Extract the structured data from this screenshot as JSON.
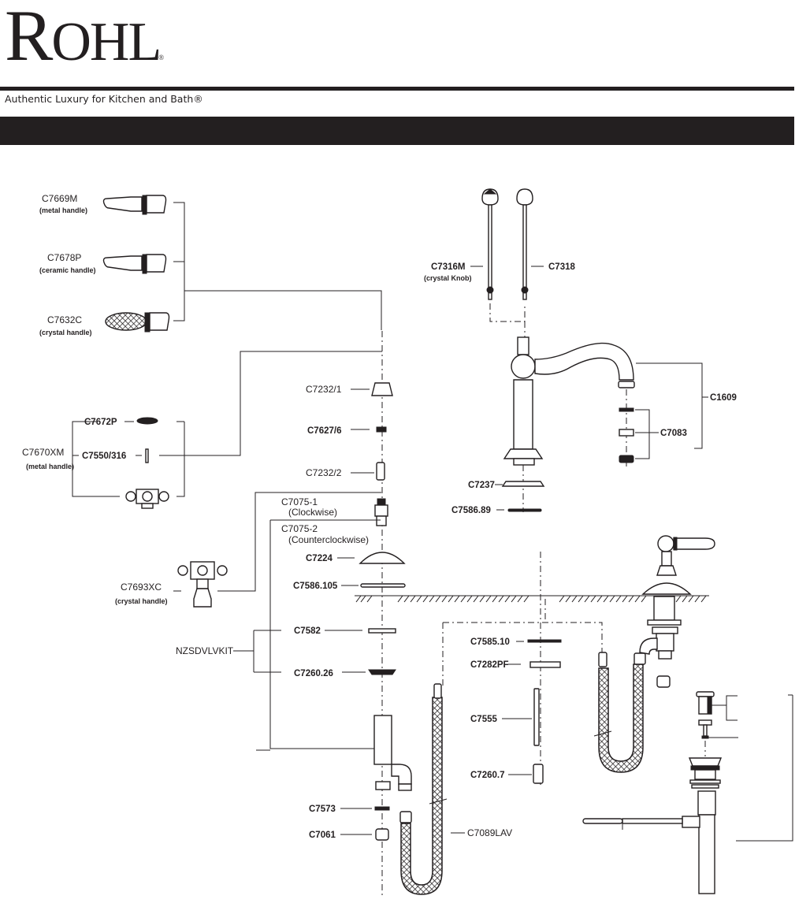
{
  "brand": {
    "name_first": "R",
    "name_rest": "OHL",
    "registered": "®",
    "tagline": "Authentic Luxury for Kitchen and Bath®"
  },
  "colors": {
    "ink": "#231f20",
    "background": "#ffffff"
  },
  "diagram": {
    "handles": [
      {
        "part": "C7669M",
        "note": "(metal handle)"
      },
      {
        "part": "C7678P",
        "note": "(ceramic handle)"
      },
      {
        "part": "C7632C",
        "note": "(crystal handle)"
      }
    ],
    "cross_handle_kit": {
      "part": "C7670XM",
      "note": "(metal handle)",
      "components": [
        "C7672P",
        "C7550/316"
      ]
    },
    "crystal_cross_handle": {
      "part": "C7693XC",
      "note": "(crystal handle)"
    },
    "valve_stack": [
      "C7232/1",
      "C7627/6",
      "C7232/2"
    ],
    "cartridges": [
      {
        "part": "C7075-1",
        "note": "(Clockwise)"
      },
      {
        "part": "C7075-2",
        "note": "(Counterclockwise)"
      }
    ],
    "valve_lower": [
      "C7224",
      "C7586.105"
    ],
    "valve_kit": {
      "part": "NZSDVLVKIT",
      "components": [
        "C7582",
        "C7260.26"
      ]
    },
    "valve_bottom": [
      "C7573",
      "C7061"
    ],
    "supply_hose": "C7089LAV",
    "knobs": [
      {
        "part": "C7316M",
        "note": "(crystal Knob)"
      },
      {
        "part": "C7318",
        "note": ""
      }
    ],
    "spout": {
      "part": "C1609",
      "aerator": "C7083"
    },
    "spout_base": [
      "C7237",
      "C7586.89"
    ],
    "spout_mount": [
      "C7585.10",
      "C7282PF",
      "C7555",
      "C7260.7"
    ]
  }
}
